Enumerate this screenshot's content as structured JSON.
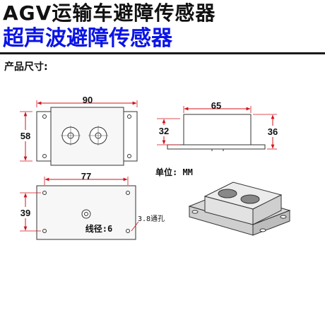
{
  "header": {
    "title": "AGV运输车避障传感器",
    "subtitle": "超声波避障传感器"
  },
  "section_label": "产品尺寸:",
  "dimensions": {
    "top_width": "90",
    "top_height": "58",
    "side_width": "65",
    "side_left_height": "32",
    "side_right_height": "36",
    "bottom_hole_spacing_x": "77",
    "bottom_hole_spacing_y": "39",
    "cable_label": "线径:6",
    "hole_label": "3.8通孔"
  },
  "unit_label": "单位: MM"
}
